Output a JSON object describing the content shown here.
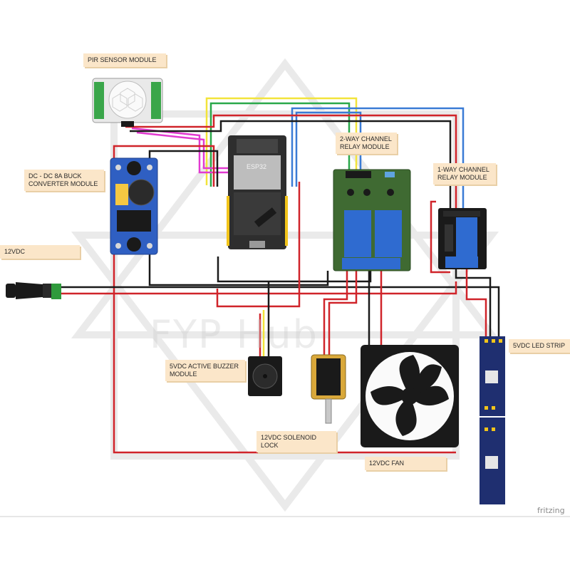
{
  "labels": {
    "pir": "PIR SENSOR MODULE",
    "buck": "DC - DC 8A  BUCK CONVERTER MODULE",
    "v12": "12VDC",
    "esp": "ESP32",
    "relay2": "2-WAY CHANNEL RELAY MODULE",
    "relay1": "1-WAY CHANNEL RELAY MODULE",
    "buzzer": "5VDC ACTIVE BUZZER MODULE",
    "solenoid": "12VDC SOLENOID LOCK",
    "fan": "12VDC FAN",
    "led": "5VDC LED STRIP"
  },
  "watermark": "FYP Hub",
  "footer": "fritzing",
  "colors": {
    "red": "#d0242a",
    "black": "#1a1a1a",
    "yellow": "#f2e43a",
    "green": "#2aa84a",
    "blue": "#3a7bd5",
    "pink": "#e23ad1",
    "label_bg": "#fbe6c9",
    "relay_board": "#3f6a32",
    "relay_blue": "#2f6bd0",
    "buck_blue": "#2f5fc2",
    "led_strip": "#1f2f70"
  }
}
